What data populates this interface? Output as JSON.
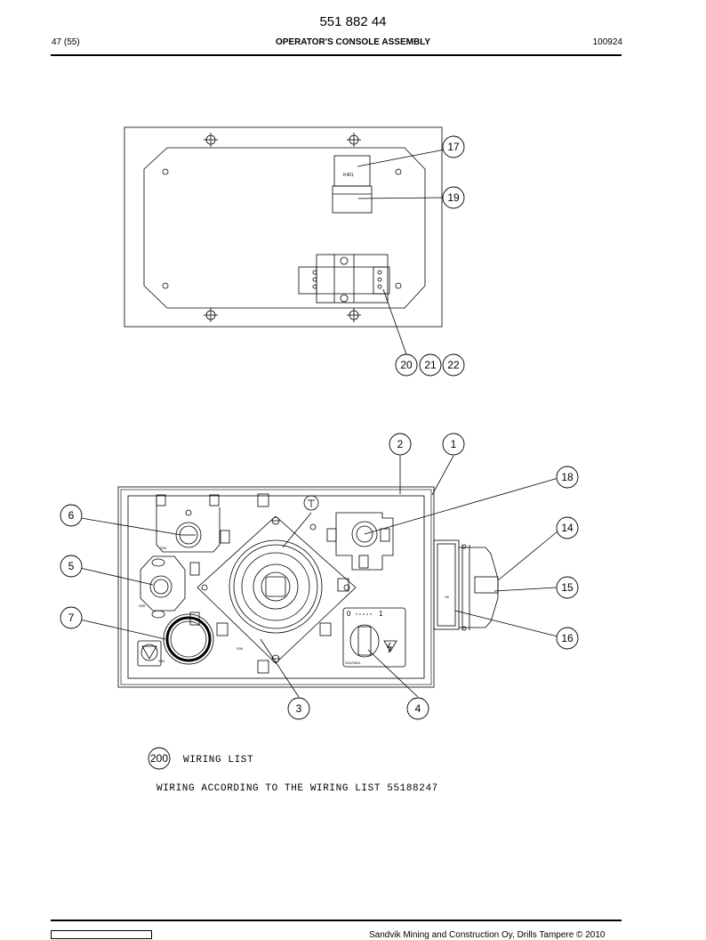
{
  "header": {
    "doc_number": "551 882 44",
    "page": "47 (55)",
    "title": "OPERATOR'S CONSOLE ASSEMBLY",
    "date": "100924"
  },
  "upper_view": {
    "labels": {
      "relay": "K401"
    },
    "callouts": [
      "17",
      "19",
      "20",
      "21",
      "22"
    ]
  },
  "lower_view": {
    "labels": {
      "left_symbol_small": "S03",
      "left_symbol_mid": "S05",
      "left_symbol_button": "S04",
      "center_small": "S06",
      "right_switch": "S01/S001",
      "connector": "X6"
    },
    "callouts": [
      "1",
      "2",
      "3",
      "4",
      "5",
      "6",
      "7",
      "14",
      "15",
      "16",
      "18"
    ],
    "switch_positions": [
      "0",
      "1"
    ]
  },
  "wiring": {
    "callout": "200",
    "title": "WIRING LIST",
    "text": "WIRING ACCORDING TO THE WIRING LIST 55188247"
  },
  "footer": {
    "copyright": "Sandvik Mining and Construction Oy, Drills Tampere © 2010"
  }
}
